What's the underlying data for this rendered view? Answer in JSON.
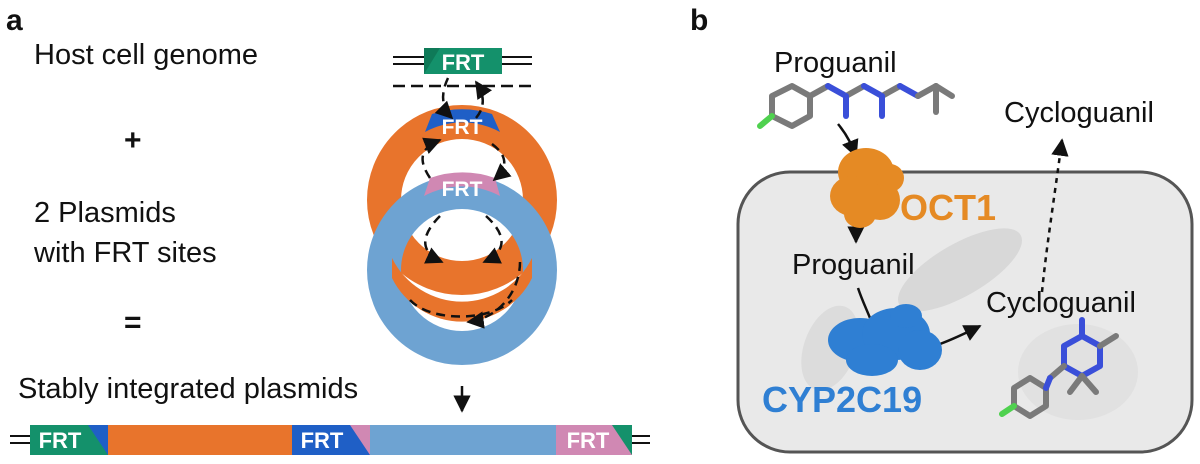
{
  "panel_a": {
    "label": "a",
    "host_genome": "Host cell genome",
    "plus": "+",
    "plasmids_line1": "2 Plasmids",
    "plasmids_line2": "with FRT sites",
    "equals": "=",
    "stably_integrated": "Stably integrated plasmids",
    "frt_label": "FRT",
    "colors": {
      "frt_green": "#14916b",
      "frt_blue": "#1f5fc6",
      "frt_pink": "#d088b3",
      "plasmid_orange": "#e8742c",
      "plasmid_blue": "#6ea3d2"
    }
  },
  "panel_b": {
    "label": "b",
    "proguanil_outside": "Proguanil",
    "cycloguanil_outside": "Cycloguanil",
    "oct1": "OCT1",
    "proguanil_inside": "Proguanil",
    "cycloguanil_inside": "Cycloguanil",
    "cyp2c19": "CYP2C19",
    "colors": {
      "oct1": "#e58a24",
      "cyp2c19": "#2f7fd3",
      "cell_fill": "#e9e9e9",
      "cell_border": "#555555",
      "molecule_carbon": "#7a7a7a",
      "molecule_nitrogen": "#3a4fd9",
      "molecule_chlorine": "#4fd14f"
    }
  }
}
